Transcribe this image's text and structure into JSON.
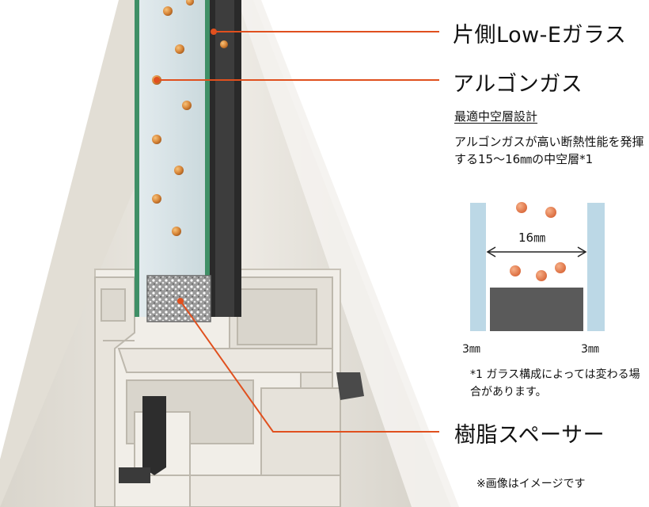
{
  "callouts": {
    "lowe_glass": "片側Low-Eガラス",
    "argon_gas": "アルゴンガス",
    "resin_spacer": "樹脂スペーサー"
  },
  "inset": {
    "heading": "最適中空層設計",
    "description": "アルゴンガスが高い断熱性能を発揮する15〜16㎜の中空層*1",
    "gap_label": "16㎜",
    "left_glass_label": "3㎜",
    "right_glass_label": "3㎜",
    "footnote": "*1 ガラス構成によっては変わる場合があります。"
  },
  "image_note": "※画像はイメージです",
  "colors": {
    "callout_line": "#e0501e",
    "glass_edge": "#3f8f66",
    "glass_face": "#d9e6ea",
    "inset_glass": "#bcd8e6",
    "argon_ball": "#e07a3a",
    "spacer": "#5a5a5a",
    "frame": "#e9e6df"
  }
}
